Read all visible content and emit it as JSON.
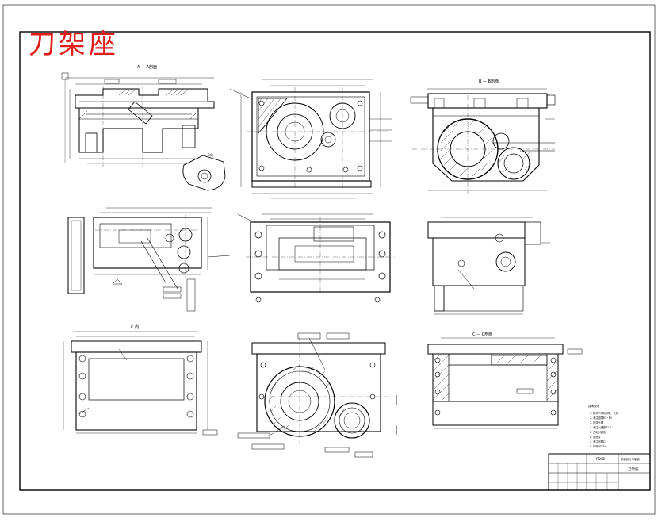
{
  "drawing": {
    "title": "刀架座",
    "title_color": "#e51a1a",
    "line_color": "#000000",
    "background": "#ffffff"
  },
  "views": [
    {
      "id": "section-aa",
      "label": "A — A剖面"
    },
    {
      "id": "front-gear",
      "label": ""
    },
    {
      "id": "section-bb",
      "label": "B — B剖面"
    },
    {
      "id": "side-left",
      "label": ""
    },
    {
      "id": "plan-center",
      "label": ""
    },
    {
      "id": "side-right",
      "label": ""
    },
    {
      "id": "bottom-left",
      "label": "C 向"
    },
    {
      "id": "bottom-center",
      "label": ""
    },
    {
      "id": "section-cc",
      "label": "C — C剖面"
    }
  ],
  "notes": {
    "heading": "技术要求",
    "lines": [
      "1. 铸件不得有砂眼、气孔",
      "2. 未注圆角R3~R5",
      "3. 时效处理",
      "4. 未注公差按IT14",
      "5. 去毛刺锐边",
      "6. 涂底漆",
      "7. 未注倒角C1",
      "8. 材料HT200"
    ]
  },
  "title_block": {
    "material": "HT200",
    "part_name": "刀架座",
    "school": "机械设计与制造"
  }
}
